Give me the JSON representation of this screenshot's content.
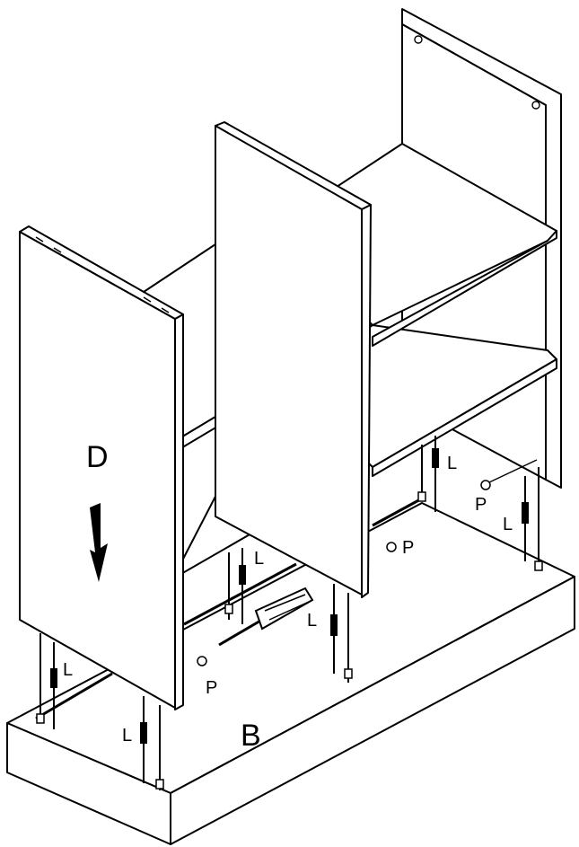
{
  "labels": {
    "panel_d": "D",
    "panel_b": "B",
    "fastener_l": "L",
    "fastener_p": "P"
  },
  "icons": [
    "arrow-down-icon",
    "screwdriver-icon"
  ]
}
